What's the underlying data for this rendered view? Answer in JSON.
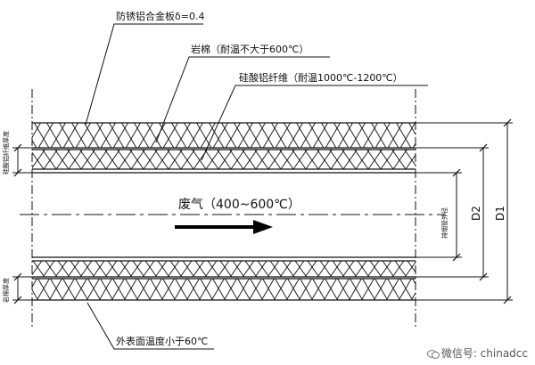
{
  "labels": {
    "sheet": "防锈铝合金板δ=0.4",
    "rock_wool": "岩棉（耐温不大于600℃）",
    "fiber": "硅酸铝纤维（耐温1000℃-1200℃）",
    "gas": "废气（400~600℃）",
    "outer": "外表面温度小于60℃"
  },
  "side_labels": {
    "fiber_thickness": "硅酸铝纤维厚度",
    "rock_thickness": "岩棉厚度",
    "pipe_diameter": "排烟管外径"
  },
  "dimensions": {
    "d1": "D1",
    "d2": "D2"
  },
  "watermark": {
    "text": "微信号: chinadcc"
  }
}
